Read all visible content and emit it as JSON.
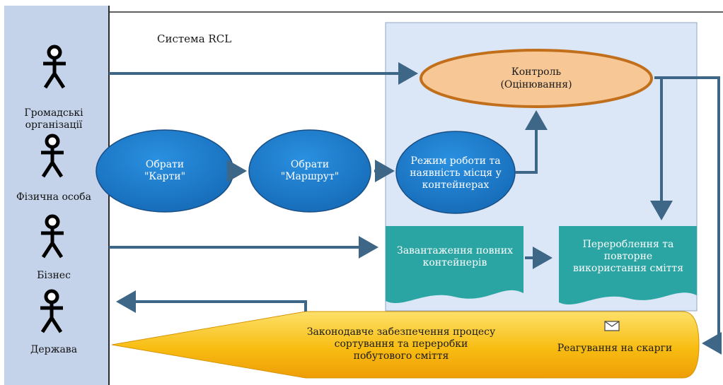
{
  "system_title": "Система RCL",
  "actors": [
    {
      "label": "Громадські організації"
    },
    {
      "label": "Фізична особа"
    },
    {
      "label": "Бізнес"
    },
    {
      "label": "Держава"
    }
  ],
  "nodes": {
    "control_line1": "Контроль",
    "control_line2": "(Оцінювання)",
    "cards": "Обрати \"Карти\"",
    "route": "Обрати \"Маршрут\"",
    "mode": "Режим роботи та наявність місця у контейнерах",
    "loading": "Завантаження повних контейнерів",
    "recycling": "Перероблення та повторне використання сміття",
    "legislation": "Законодавче забезпечення процесу сортування та переробки побутового сміття",
    "complaints": "Реагування на скарги"
  },
  "colors": {
    "actor_panel": "#c5d3ea",
    "system_area": "#dbe6f6",
    "ellipse_blue": "#1f7fd0",
    "ellipse_orange": "#f7c896",
    "document_teal": "#2aa5a3",
    "arrow": "#3e6686",
    "legislation_yellow": "#f7b70a"
  },
  "icons": [
    "person-icon",
    "envelope-icon"
  ]
}
